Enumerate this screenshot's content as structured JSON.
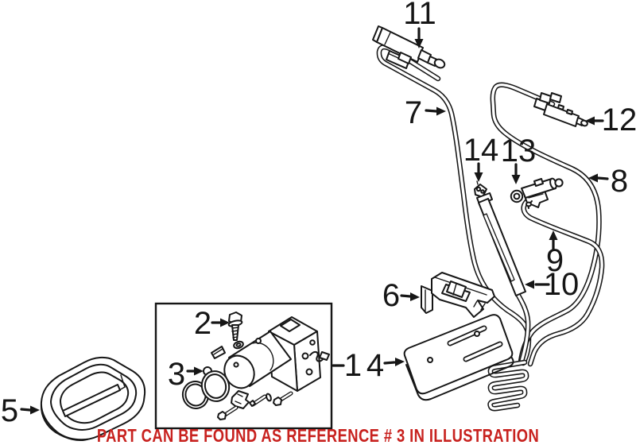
{
  "diagram": {
    "caption": {
      "text": "PART CAN BE FOUND AS REFERENCE # 3 IN ILLUSTRATION",
      "color": "#c8221f"
    },
    "colors": {
      "line": "#161616",
      "background": "#ffffff"
    },
    "callouts": {
      "c1": {
        "label": "1"
      },
      "c2": {
        "label": "2"
      },
      "c3": {
        "label": "3"
      },
      "c4": {
        "label": "4"
      },
      "c5": {
        "label": "5"
      },
      "c6": {
        "label": "6"
      },
      "c7": {
        "label": "7"
      },
      "c8": {
        "label": "8"
      },
      "c9": {
        "label": "9"
      },
      "c10": {
        "label": "10"
      },
      "c11": {
        "label": "11"
      },
      "c12": {
        "label": "12"
      },
      "c13": {
        "label": "13"
      },
      "c14": {
        "label": "14"
      }
    }
  }
}
